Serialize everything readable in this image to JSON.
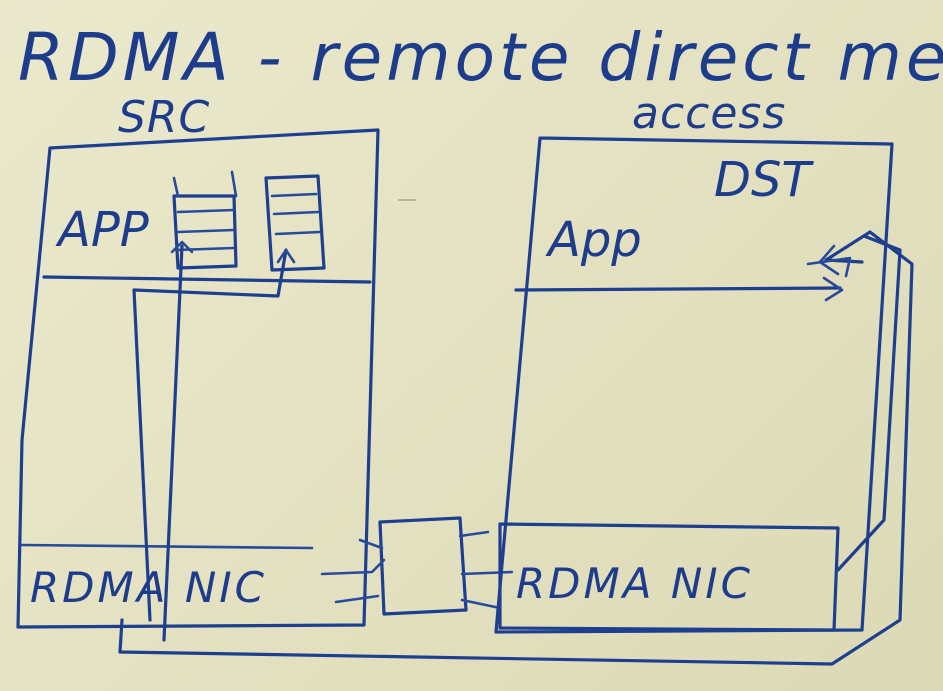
{
  "title": "RDMA - remote direct mem access",
  "src": {
    "label": "SRC",
    "app_label": "APP",
    "nic_label": "RDMA NIC"
  },
  "dst": {
    "label": "DST",
    "app_label": "App",
    "nic_label": "RDMA NIC"
  },
  "colors": {
    "ink": "#1e3f8f",
    "board": "#e6e3c4"
  }
}
